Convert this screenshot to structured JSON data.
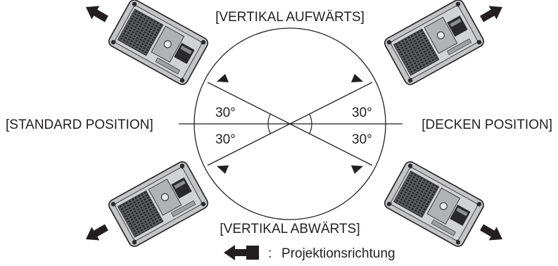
{
  "labels": {
    "top": "[VERTIKAL AUFWÄRTS]",
    "bottom": "[VERTIKAL ABWÄRTS]",
    "left": "[STANDARD POSITION]",
    "right": "[DECKEN POSITION]"
  },
  "angles": {
    "upper_left": "30°",
    "lower_left": "30°",
    "upper_right": "30°",
    "lower_right": "30°"
  },
  "legend": {
    "colon": ":",
    "text": "Projektionsrichtung"
  },
  "colors": {
    "ink": "#231f20",
    "projector_body": "#bcbdbf",
    "projector_dark": "#3a3a3c"
  }
}
